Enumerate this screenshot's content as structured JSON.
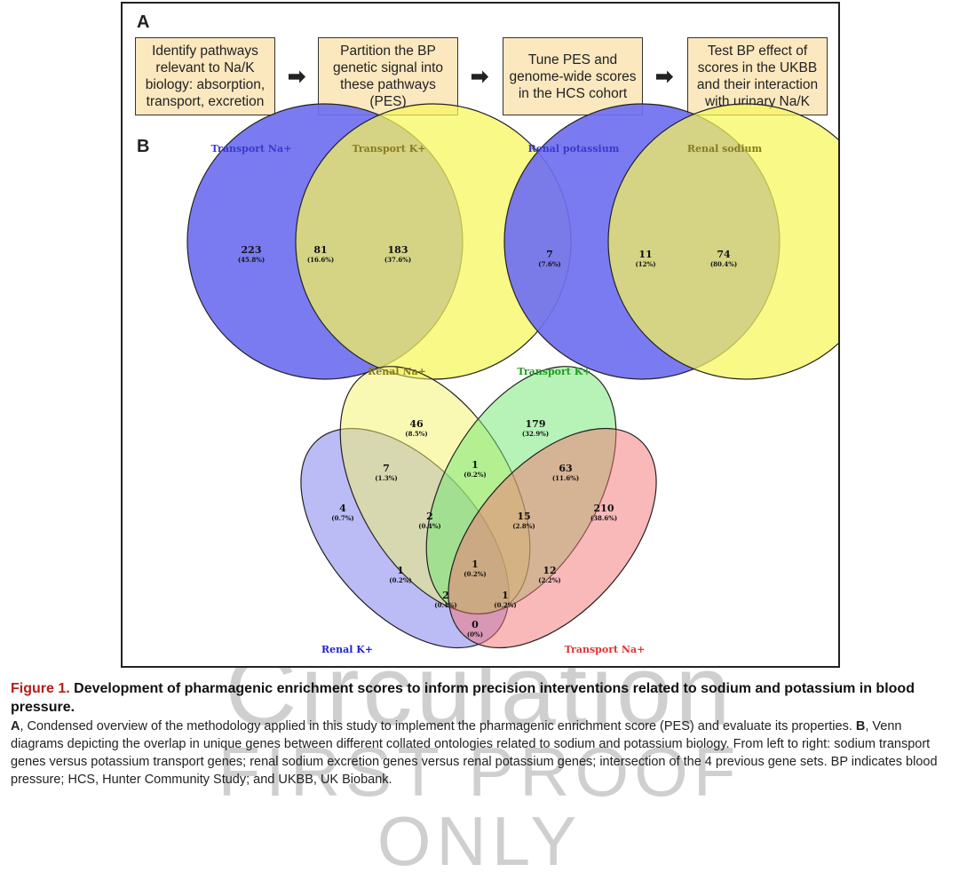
{
  "watermark": {
    "line1": "Circulation",
    "line2": "FIRST PROOF ONLY"
  },
  "panel_a": {
    "label": "A",
    "steps": [
      "Identify pathways relevant to Na/K biology: absorption, transport, excretion",
      "Partition the BP genetic signal into these pathways (PES)",
      "Tune PES and genome-wide scores in the HCS cohort",
      "Test BP effect of scores in the UKBB and their interaction with urinary Na/K"
    ],
    "arrow": "➡"
  },
  "panel_b": {
    "label": "B",
    "venn1": {
      "set_a": "Transport Na+",
      "set_b": "Transport K+",
      "colors": {
        "a": "#6f6ff0",
        "b": "#f6f65a"
      },
      "regions": [
        {
          "count": "223",
          "pct": "(45.8%)"
        },
        {
          "count": "81",
          "pct": "(16.6%)"
        },
        {
          "count": "183",
          "pct": "(37.6%)"
        }
      ]
    },
    "venn2": {
      "set_a": "Renal potassium",
      "set_b": "Renal sodium",
      "colors": {
        "a": "#6f6ff0",
        "b": "#f6f65a"
      },
      "regions": [
        {
          "count": "7",
          "pct": "(7.6%)"
        },
        {
          "count": "11",
          "pct": "(12%)"
        },
        {
          "count": "74",
          "pct": "(80.4%)"
        }
      ]
    },
    "venn4": {
      "sets": [
        {
          "name": "Renal K+",
          "color": "#7777ee",
          "label_color": "#2222cc"
        },
        {
          "name": "Renal Na+",
          "color": "#f4f46a",
          "label_color": "#8a7a20"
        },
        {
          "name": "Transport K+",
          "color": "#6fe86f",
          "label_color": "#229922"
        },
        {
          "name": "Transport Na+",
          "color": "#f47474",
          "label_color": "#dd3333"
        }
      ],
      "regions": [
        {
          "count": "46",
          "pct": "(8.5%)"
        },
        {
          "count": "179",
          "pct": "(32.9%)"
        },
        {
          "count": "7",
          "pct": "(1.3%)"
        },
        {
          "count": "1",
          "pct": "(0.2%)"
        },
        {
          "count": "63",
          "pct": "(11.6%)"
        },
        {
          "count": "4",
          "pct": "(0.7%)"
        },
        {
          "count": "2",
          "pct": "(0.4%)"
        },
        {
          "count": "15",
          "pct": "(2.8%)"
        },
        {
          "count": "210",
          "pct": "(38.6%)"
        },
        {
          "count": "1",
          "pct": "(0.2%)"
        },
        {
          "count": "1",
          "pct": "(0.2%)"
        },
        {
          "count": "12",
          "pct": "(2.2%)"
        },
        {
          "count": "2",
          "pct": "(0.4%)"
        },
        {
          "count": "1",
          "pct": "(0.2%)"
        },
        {
          "count": "0",
          "pct": "(0%)"
        }
      ]
    }
  },
  "caption": {
    "fig_label": "Figure 1.",
    "title": "Development of pharmagenic enrichment scores to inform precision interventions related to sodium and potassium in blood pressure.",
    "a_label": "A",
    "a_text": ", Condensed overview of the methodology applied in this study to implement the pharmagenic enrichment score (PES) and evaluate its properties.",
    "b_label": "B",
    "b_text": ", Venn diagrams depicting the overlap in unique genes between different collated ontologies related to sodium and potassium biology. From left to right: sodium transport genes versus potassium transport genes; renal sodium excretion genes versus renal potassium genes; intersection of the 4 previous gene sets. BP indicates blood pressure; HCS, Hunter Community Study; and UKBB, UK Biobank."
  }
}
